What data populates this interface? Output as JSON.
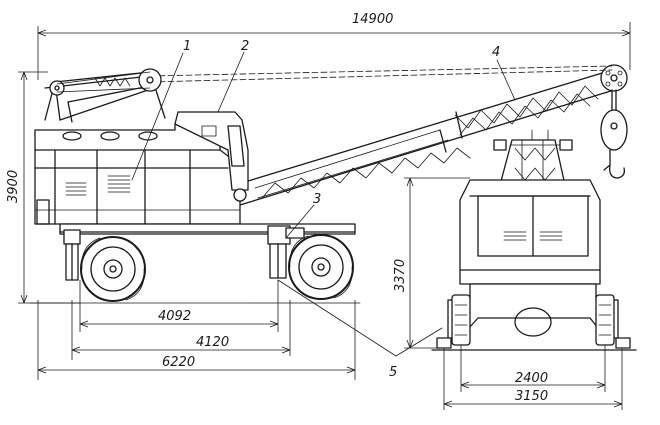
{
  "dimensions": {
    "overall_length": "14900",
    "height": "3900",
    "width_view_height": "3370",
    "wheelbase": "4092",
    "length_4120": "4120",
    "chassis_length": "6220",
    "track_width": "2400",
    "overall_width": "3150"
  },
  "callouts": [
    "1",
    "2",
    "3",
    "4",
    "5"
  ]
}
